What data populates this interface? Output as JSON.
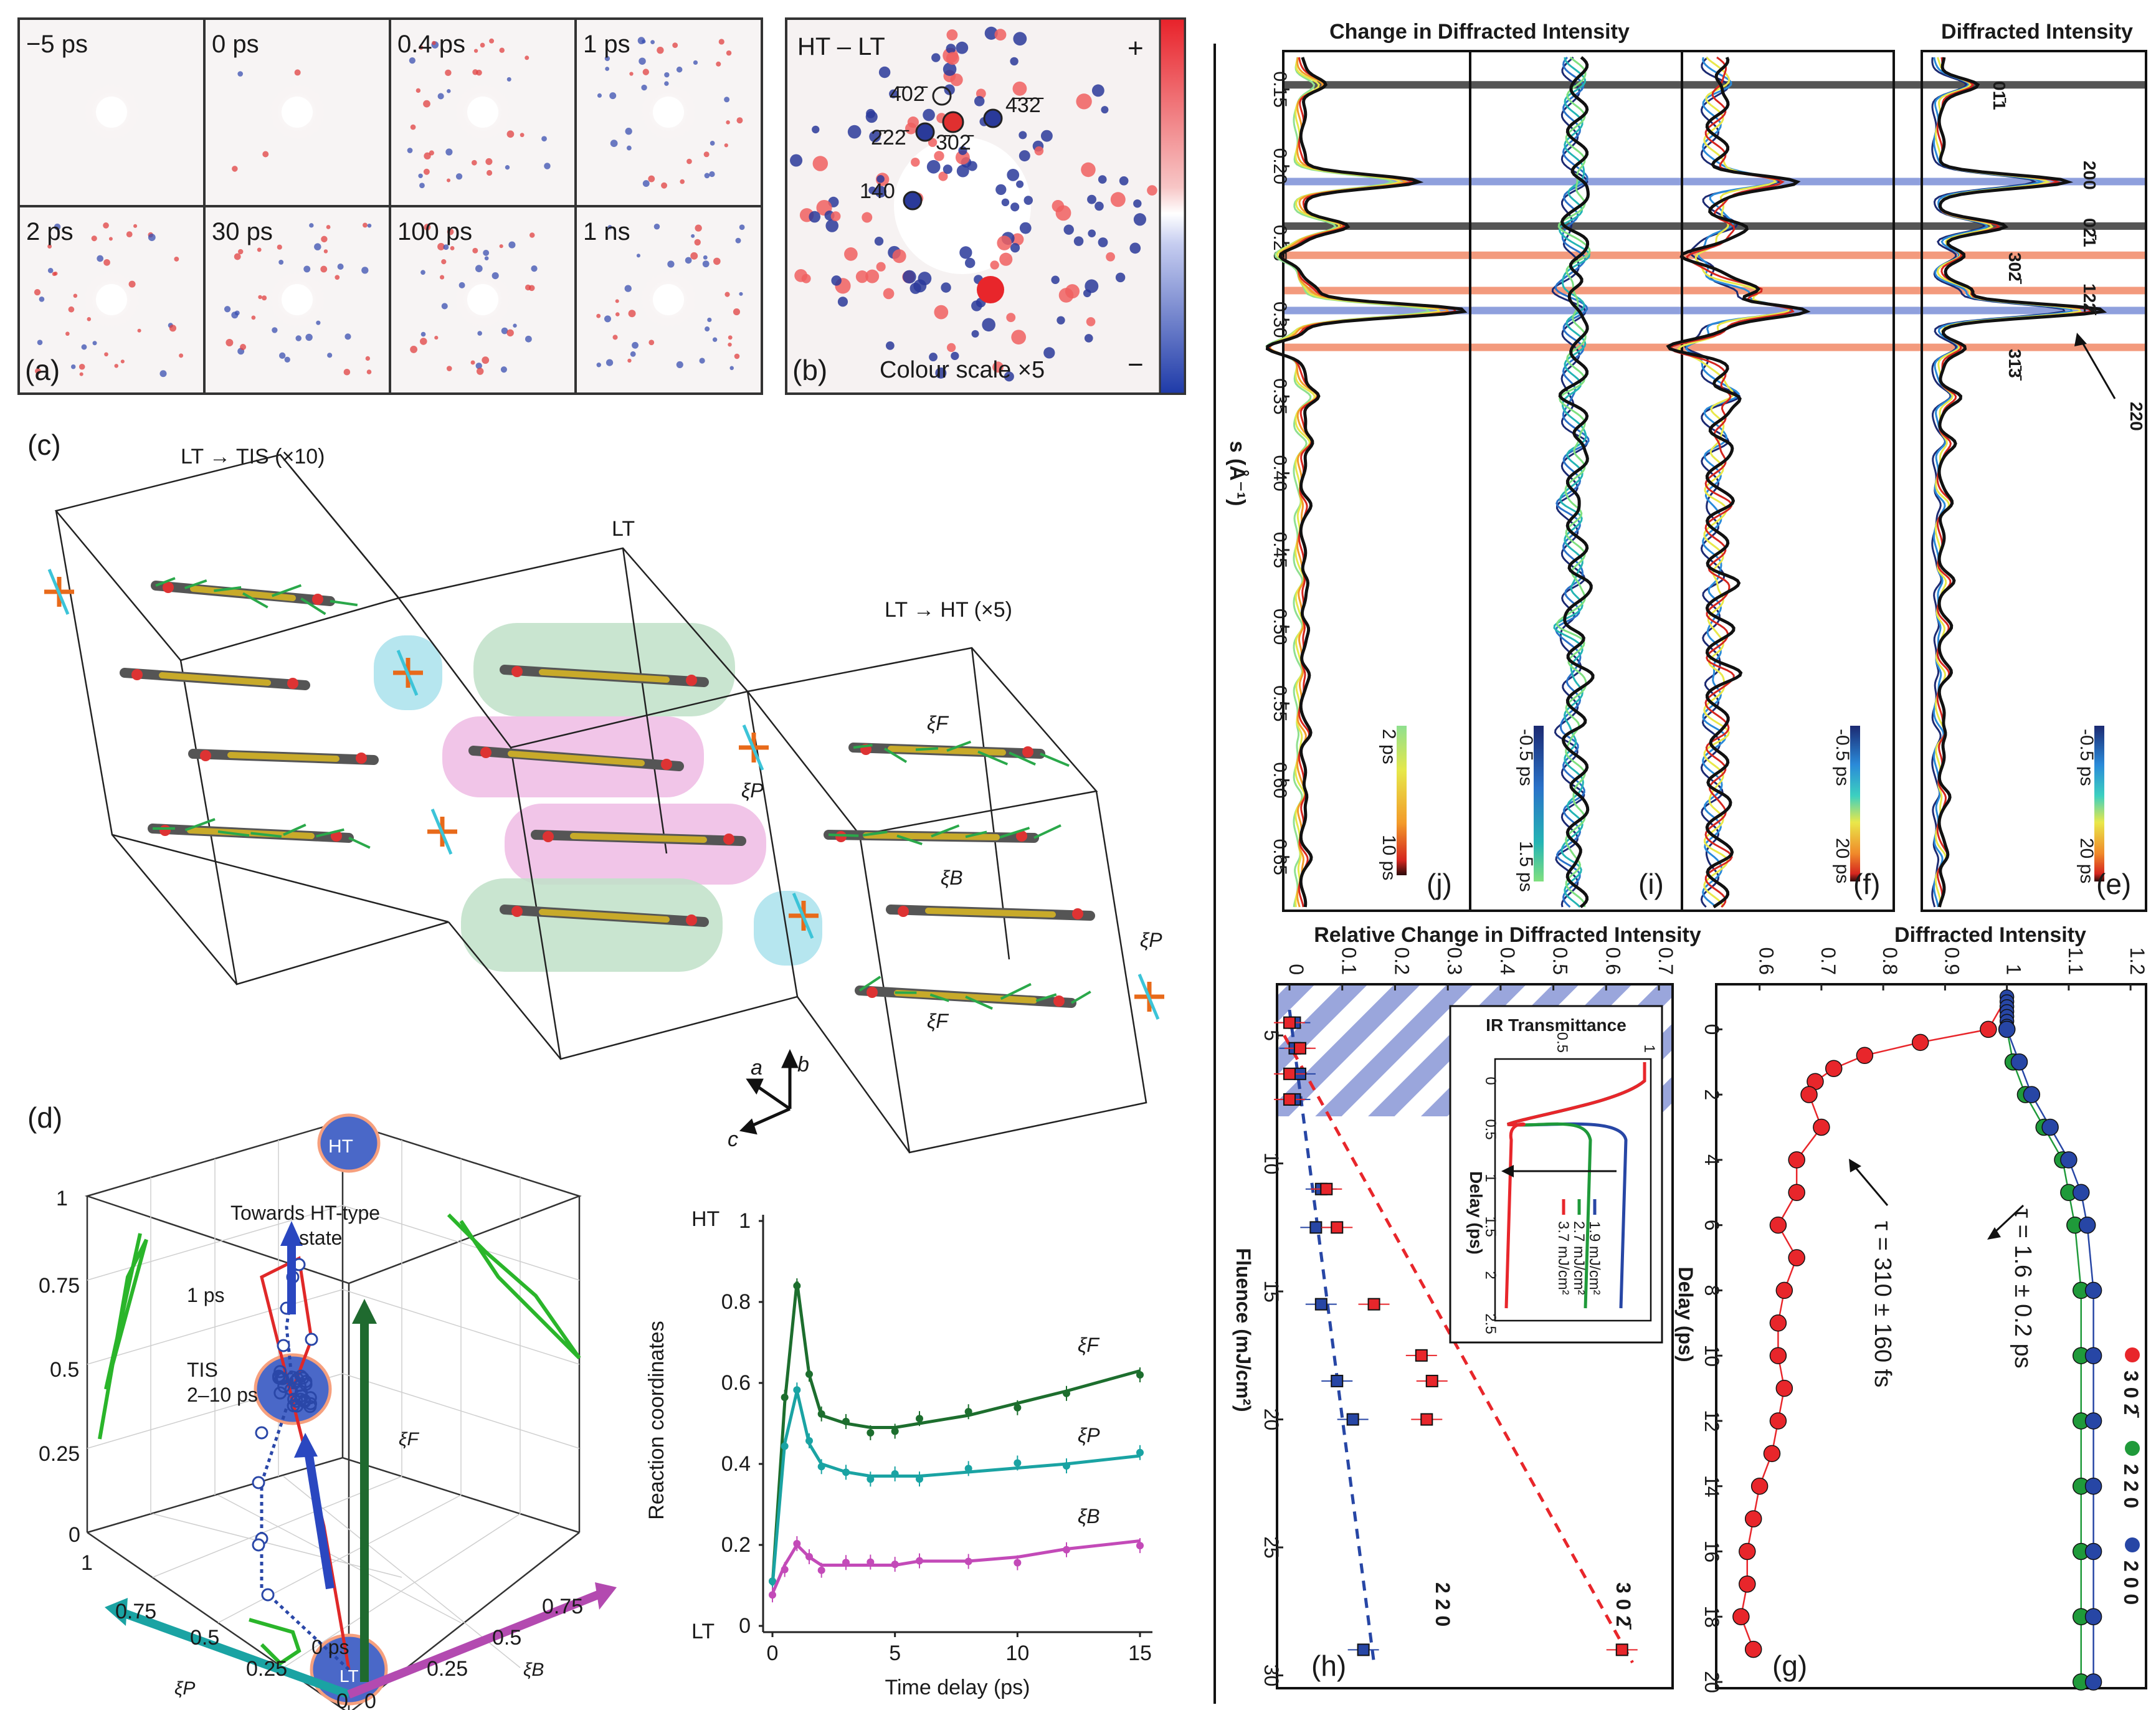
{
  "panels": {
    "a": {
      "label": "(a)",
      "frames": [
        "−5 ps",
        "0 ps",
        "0.4 ps",
        "1 ps",
        "2 ps",
        "30 ps",
        "100 ps",
        "1 ns"
      ]
    },
    "b": {
      "label": "(b)",
      "title": "HT – LT",
      "plus": "+",
      "minus": "−",
      "colour_scale_note": "Colour scale ×5",
      "reflections": [
        "4̄02̄",
        "4̄3̄2̄",
        "2̄22̄",
        "3̄02̄",
        "140"
      ]
    },
    "c": {
      "label": "(c)",
      "left_cell": "LT → TIS (×10)",
      "middle_cell": "LT",
      "right_cell": "LT → HT (×5)",
      "coords": [
        "ξF",
        "ξP",
        "ξB",
        "ξF",
        "ξP"
      ],
      "axes": [
        "a",
        "b",
        "c"
      ]
    },
    "d": {
      "label": "(d)",
      "cube_ticks_z": [
        "0",
        "0.25",
        "0.5",
        "0.75",
        "1"
      ],
      "cube_ticks_p": [
        "1",
        "0.75",
        "0.5",
        "0.25",
        "0"
      ],
      "cube_ticks_b": [
        "0",
        "0.25",
        "0.5",
        "0.75"
      ],
      "axis_p": "ξP",
      "axis_b": "ξB",
      "axis_f": "ξF",
      "ht_label": "HT",
      "lt_label": "LT",
      "tis_label": "TIS",
      "tis_time": "2–10 ps",
      "one_ps": "1 ps",
      "zero_ps": "0 ps",
      "towards": "Towards HT-type",
      "towards2": "state"
    },
    "d2": {
      "ylabel": "Reaction coordinates",
      "xlabel": "Time delay (ps)",
      "y_top": "HT",
      "y_bottom": "LT",
      "yticks": [
        "0",
        "0.2",
        "0.4",
        "0.6",
        "0.8",
        "1"
      ],
      "xticks": [
        "0",
        "5",
        "10",
        "15"
      ],
      "series_labels": [
        "ξF",
        "ξP",
        "ξB"
      ]
    },
    "right_top": {
      "title_left": "Change in Diffracted Intensity",
      "title_right": "Diffracted Intensity",
      "ylabel": "s (Å⁻¹)",
      "yticks": [
        "0.15",
        "0.20",
        "0.25",
        "0.30",
        "0.35",
        "0.40",
        "0.45",
        "0.50",
        "0.55",
        "0.60",
        "0.65"
      ],
      "legend_j": {
        "top": "2 ps",
        "bottom": "10 ps"
      },
      "legend_i": {
        "top": "-0.5 ps",
        "bottom": "1.5 ps"
      },
      "legend_f": {
        "top": "-0.5 ps",
        "bottom": "20 ps"
      },
      "legend_e": {
        "top": "-0.5 ps",
        "bottom": "20 ps"
      },
      "panel_labels": [
        "(j)",
        "(i)",
        "(f)",
        "(e)"
      ],
      "peak_labels": [
        "01̄1",
        "200",
        "02̄1",
        "302̄",
        "122̄",
        "31̄3̄",
        "220"
      ]
    },
    "h": {
      "label": "(h)",
      "title": "Relative Change in Diffracted Intensity",
      "top_ticks": [
        "0",
        "0.1",
        "0.2",
        "0.3",
        "0.4",
        "0.5",
        "0.6",
        "0.7"
      ],
      "left_ticks": [
        "5",
        "10",
        "15",
        "20",
        "25",
        "30"
      ],
      "ylabel": "Fluence (mJ/cm²)",
      "series_a": "2 2 0",
      "series_b": "3 0 2̄",
      "inset_title": "IR Transmittance",
      "inset_top_ticks": [
        "0.5",
        "1"
      ],
      "inset_left_ticks": [
        "0",
        "0.5",
        "1",
        "1.5",
        "2",
        "2.5"
      ],
      "inset_ylabel": "Delay (ps)",
      "inset_legend": [
        "1.9 mJ/cm²",
        "2.7 mJ/cm²",
        "3.7 mJ/cm²"
      ]
    },
    "g": {
      "label": "(g)",
      "title": "Diffracted Intensity",
      "top_ticks": [
        "0.6",
        "0.7",
        "0.8",
        "0.9",
        "1",
        "1.1",
        "1.2"
      ],
      "left_ticks": [
        "0",
        "2",
        "4",
        "6",
        "8",
        "10",
        "12",
        "14",
        "16",
        "18",
        "20"
      ],
      "ylabel": "Delay (ps)",
      "tau1": "τ = 310 ± 160 fs",
      "tau2": "τ = 1.6 ± 0.2 ps",
      "legend": [
        "3 0 2̄",
        "2 2 0",
        "2 0 0"
      ]
    }
  },
  "colors": {
    "red": "#e8262b",
    "blue": "#2746a5",
    "green": "#1f9a3a",
    "teal": "#1aa3a3",
    "magenta": "#c34ab8",
    "darkgreen": "#1d6e2e",
    "orange": "#f39a7d",
    "periwinkle": "#8fa0dd"
  },
  "chart_data": [
    {
      "type": "line",
      "panel": "d2",
      "x": [
        0,
        0.5,
        1,
        1.5,
        2,
        3,
        4,
        5,
        6,
        8,
        10,
        12,
        15
      ],
      "series": [
        {
          "name": "ξF",
          "values": [
            0.1,
            0.55,
            0.85,
            0.62,
            0.52,
            0.5,
            0.49,
            0.49,
            0.5,
            0.52,
            0.55,
            0.58,
            0.63
          ]
        },
        {
          "name": "ξP",
          "values": [
            0.1,
            0.45,
            0.58,
            0.45,
            0.4,
            0.38,
            0.37,
            0.37,
            0.37,
            0.38,
            0.39,
            0.4,
            0.42
          ]
        },
        {
          "name": "ξB",
          "values": [
            0.08,
            0.15,
            0.2,
            0.17,
            0.15,
            0.15,
            0.15,
            0.15,
            0.16,
            0.16,
            0.17,
            0.19,
            0.21
          ]
        }
      ],
      "ylim": [
        0,
        1
      ],
      "xlim": [
        0,
        15
      ]
    },
    {
      "type": "scatter",
      "panel": "h",
      "series": [
        {
          "name": "2 2 0",
          "fluence": [
            4.5,
            5.5,
            6.5,
            7.5,
            11,
            12.5,
            15.5,
            18.5,
            20,
            29
          ],
          "values": [
            0.01,
            0.01,
            0.02,
            0.01,
            0.06,
            0.05,
            0.06,
            0.09,
            0.12,
            0.14
          ]
        },
        {
          "name": "3 0 2̄",
          "fluence": [
            4.5,
            5.5,
            6.5,
            7.5,
            11,
            12.5,
            15.5,
            17.5,
            18.5,
            20,
            29
          ],
          "values": [
            0.0,
            0.02,
            0.0,
            0.0,
            0.07,
            0.09,
            0.16,
            0.25,
            0.27,
            0.26,
            0.63
          ]
        }
      ]
    },
    {
      "type": "scatter",
      "panel": "g",
      "series": [
        {
          "name": "3 0 2̄",
          "delay": [
            0,
            0.4,
            0.8,
            1.2,
            1.6,
            2,
            3,
            4,
            5,
            6,
            7,
            8,
            9,
            10,
            11,
            12,
            13,
            14,
            15,
            16,
            17,
            18,
            19
          ],
          "values": [
            0.97,
            0.86,
            0.77,
            0.72,
            0.69,
            0.68,
            0.7,
            0.66,
            0.66,
            0.63,
            0.66,
            0.64,
            0.63,
            0.63,
            0.64,
            0.63,
            0.62,
            0.6,
            0.59,
            0.58,
            0.58,
            0.57,
            0.59
          ]
        },
        {
          "name": "2 2 0",
          "delay": [
            0,
            1,
            2,
            3,
            4,
            5,
            6,
            8,
            10,
            12,
            14,
            16,
            18,
            20
          ],
          "values": [
            1.0,
            1.01,
            1.03,
            1.06,
            1.09,
            1.1,
            1.11,
            1.12,
            1.12,
            1.12,
            1.12,
            1.12,
            1.12,
            1.12
          ]
        },
        {
          "name": "2 0 0",
          "delay": [
            0,
            1,
            2,
            3,
            4,
            5,
            6,
            8,
            10,
            12,
            14,
            16,
            18,
            20
          ],
          "values": [
            1.0,
            1.02,
            1.04,
            1.07,
            1.1,
            1.12,
            1.13,
            1.14,
            1.14,
            1.14,
            1.14,
            1.14,
            1.14,
            1.14
          ]
        }
      ]
    }
  ]
}
